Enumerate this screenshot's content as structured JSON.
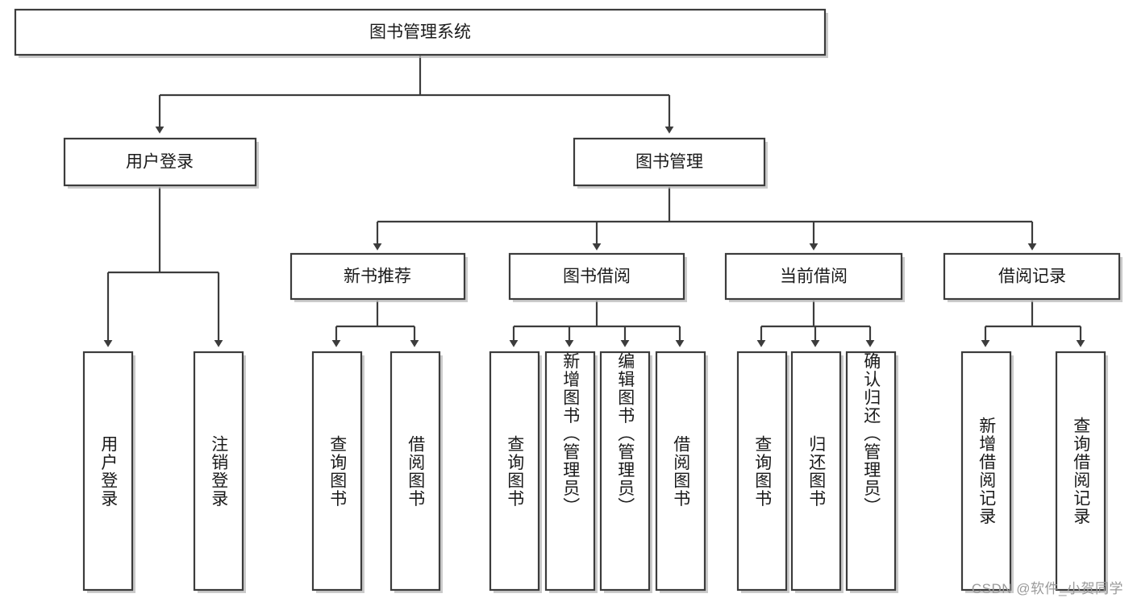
{
  "diagram": {
    "title": "图书管理系统",
    "type": "hierarchy-tree",
    "watermark": "CSDN @软件_小贺同学",
    "colors": {
      "box_fill": "#ffffff",
      "box_stroke": "#3c3c3c",
      "text": "#1a1a1a",
      "shadow": "#b9b9b9",
      "watermark": "#9a9a9a"
    },
    "root": {
      "label": "图书管理系统"
    },
    "level2": [
      {
        "label": "用户登录"
      },
      {
        "label": "图书管理"
      }
    ],
    "level3": [
      {
        "label": "新书推荐"
      },
      {
        "label": "图书借阅"
      },
      {
        "label": "当前借阅"
      },
      {
        "label": "借阅记录"
      }
    ],
    "leaves": {
      "user_login": [
        {
          "label": "用户登录"
        },
        {
          "label": "注销登录"
        }
      ],
      "new_book_recommend": [
        {
          "label": "查询图书"
        },
        {
          "label": "借阅图书"
        }
      ],
      "book_borrow": [
        {
          "label": "查询图书"
        },
        {
          "label": "新增图书（管理员）"
        },
        {
          "label": "编辑图书（管理员）"
        },
        {
          "label": "借阅图书"
        }
      ],
      "current_borrow": [
        {
          "label": "查询图书"
        },
        {
          "label": "归还图书"
        },
        {
          "label": "确认归还（管理员）"
        }
      ],
      "borrow_record": [
        {
          "label": "新增借阅记录"
        },
        {
          "label": "查询借阅记录"
        }
      ]
    }
  }
}
